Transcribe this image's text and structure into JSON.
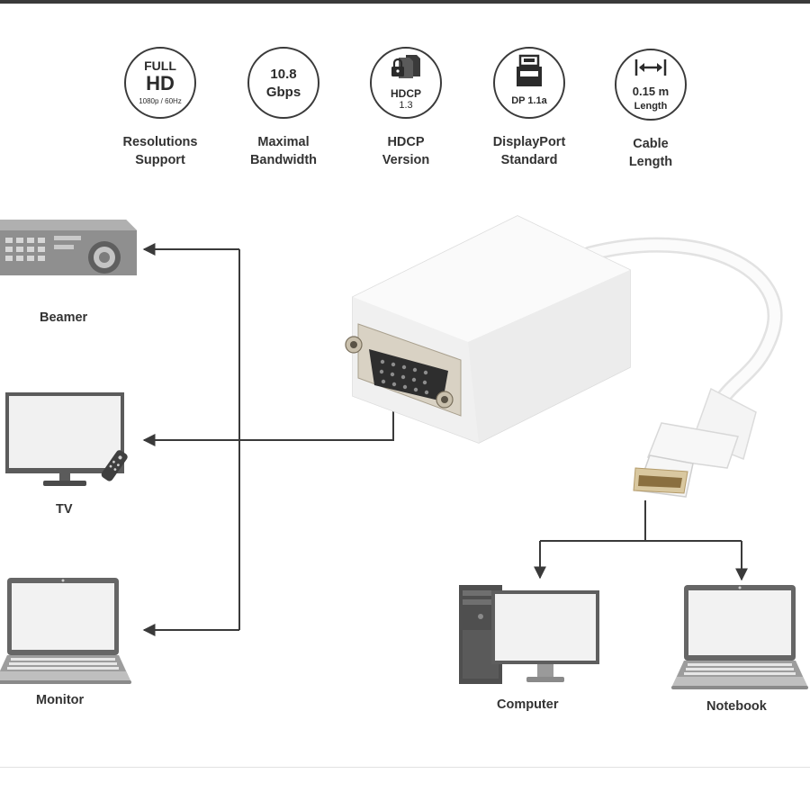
{
  "features": [
    {
      "icon": "full-hd-icon",
      "badge_line1": "FULL",
      "badge_line2": "HD",
      "badge_line3": "1080p / 60Hz",
      "label_line1": "Resolutions",
      "label_line2": "Support"
    },
    {
      "icon": "bandwidth-icon",
      "badge_line1": "10.8",
      "badge_line2": "Gbps",
      "label_line1": "Maximal",
      "label_line2": "Bandwidth"
    },
    {
      "icon": "hdcp-lock-icon",
      "badge_line1": "HDCP",
      "badge_line2": "1.3",
      "label_line1": "HDCP",
      "label_line2": "Version"
    },
    {
      "icon": "displayport-icon",
      "badge_line1": "DP 1.1a",
      "label_line1": "DisplayPort",
      "label_line2": "Standard"
    },
    {
      "icon": "cable-length-icon",
      "badge_line1": "0.15 m",
      "badge_line2": "Length",
      "label_line1": "Cable",
      "label_line2": "Length"
    }
  ],
  "outputs": [
    {
      "label": "Beamer",
      "icon": "projector-icon"
    },
    {
      "label": "TV",
      "icon": "tv-icon"
    },
    {
      "label": "Monitor",
      "icon": "laptop-icon"
    }
  ],
  "inputs": [
    {
      "label": "Computer",
      "icon": "desktop-computer-icon"
    },
    {
      "label": "Notebook",
      "icon": "notebook-icon"
    }
  ],
  "colors": {
    "line": "#3a3a3a",
    "device_gray": "#6b6b6b",
    "device_light": "#9a9a9a",
    "adapter": "#f2f2f2"
  }
}
